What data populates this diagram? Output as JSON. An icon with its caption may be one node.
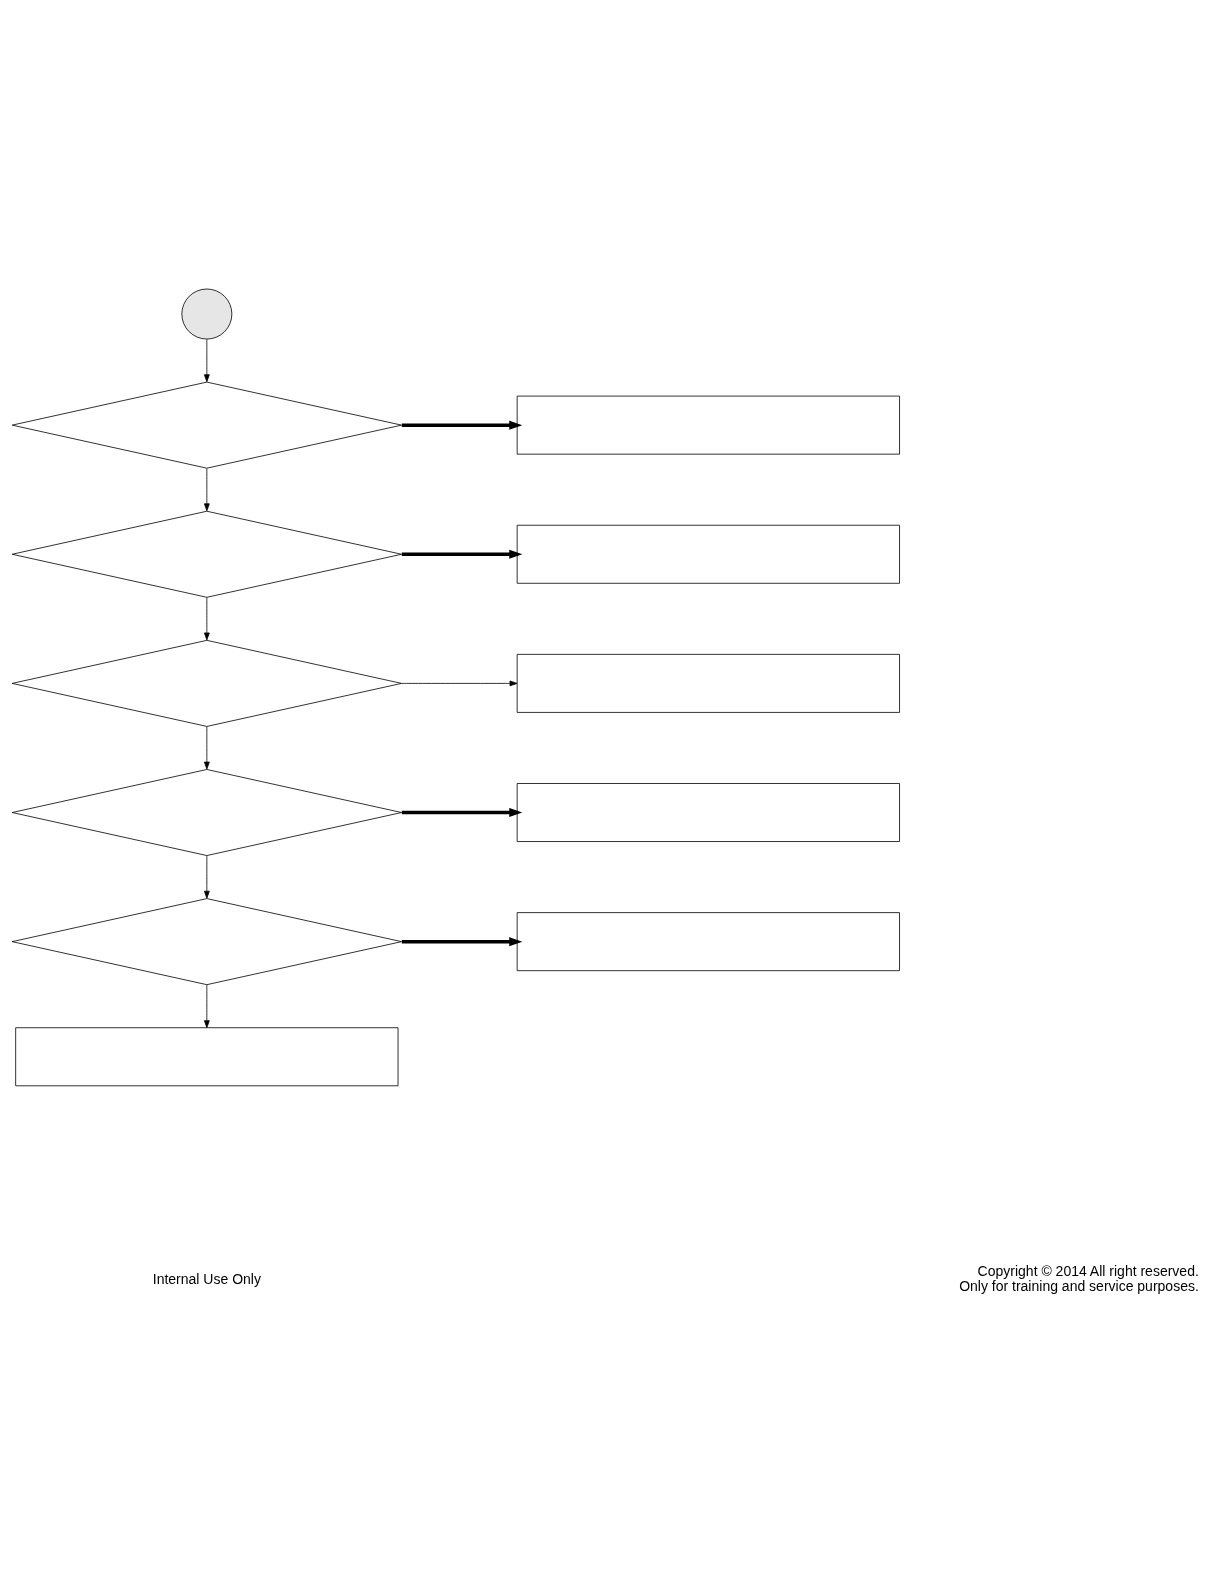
{
  "diagram": {
    "nodes": [
      {
        "text": [],
        "shape": "circle"
      },
      {
        "text": [],
        "shape": "diamond"
      },
      {
        "text": [],
        "shape": "box"
      },
      {
        "text": [],
        "shape": "diamond"
      },
      {
        "text": [],
        "shape": "box"
      },
      {
        "text": [],
        "shape": "diamond"
      },
      {
        "text": [],
        "shape": "box"
      },
      {
        "text": [],
        "shape": "diamond"
      },
      {
        "text": [],
        "shape": "box"
      },
      {
        "text": [],
        "shape": "diamond"
      },
      {
        "text": [],
        "shape": "box"
      },
      {
        "text": [],
        "shape": "box"
      }
    ],
    "edges": [
      {
        "from": 0,
        "to": 1,
        "arrow": "to"
      },
      {
        "from": 1,
        "to": 2,
        "arrow": "to",
        "style": "thick"
      },
      {
        "from": 1,
        "to": 3,
        "arrow": "to"
      },
      {
        "from": 3,
        "to": 4,
        "arrow": "to",
        "style": "thick"
      },
      {
        "from": 3,
        "to": 5,
        "arrow": "to"
      },
      {
        "from": 5,
        "to": 6,
        "arrow": "to"
      },
      {
        "from": 5,
        "to": 7,
        "arrow": "to"
      },
      {
        "from": 7,
        "to": 8,
        "arrow": "to",
        "style": "thick"
      },
      {
        "from": 7,
        "to": 9,
        "arrow": "to"
      },
      {
        "from": 9,
        "to": 10,
        "arrow": "to",
        "style": "thick"
      },
      {
        "from": 9,
        "to": 11,
        "arrow": "to"
      }
    ],
    "labels": [
      "Internal Use Only",
      "Copyright © 2014 All right reserved.",
      "Only for training and service purposes."
    ]
  }
}
